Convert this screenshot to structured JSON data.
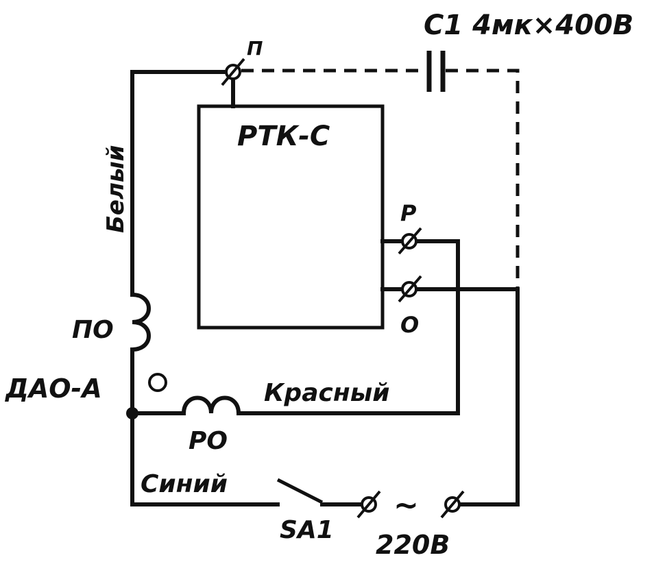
{
  "labels": {
    "capacitor": "C1 4мк×400В",
    "terminal_p": "П",
    "relay_block": "РТК-С",
    "terminal_r": "Р",
    "terminal_o": "О",
    "wire_white": "Белый",
    "start_winding": "ПО",
    "motor": "ДАО-А",
    "wire_red": "Красный",
    "run_winding": "РО",
    "wire_blue": "Синий",
    "switch": "SA1",
    "supply_symbol": "~",
    "supply_voltage": "220В"
  }
}
